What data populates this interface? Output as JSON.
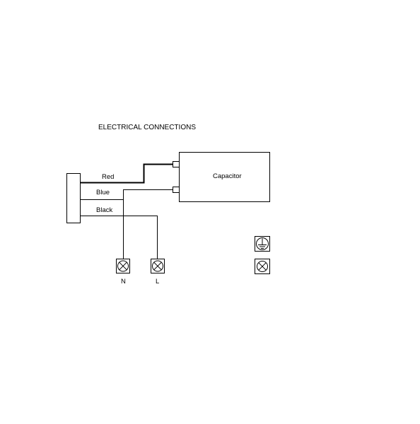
{
  "diagram": {
    "title": "ELECTRICAL CONNECTIONS",
    "component": {
      "label": "Capacitor"
    },
    "wires": {
      "red": "Red",
      "blue": "Blue",
      "black": "Black"
    },
    "terminals": {
      "neutral": "N",
      "live": "L"
    },
    "icons": [
      "terminal-block",
      "capacitor-box",
      "terminal-cross-icon",
      "earth-ground-icon"
    ]
  }
}
